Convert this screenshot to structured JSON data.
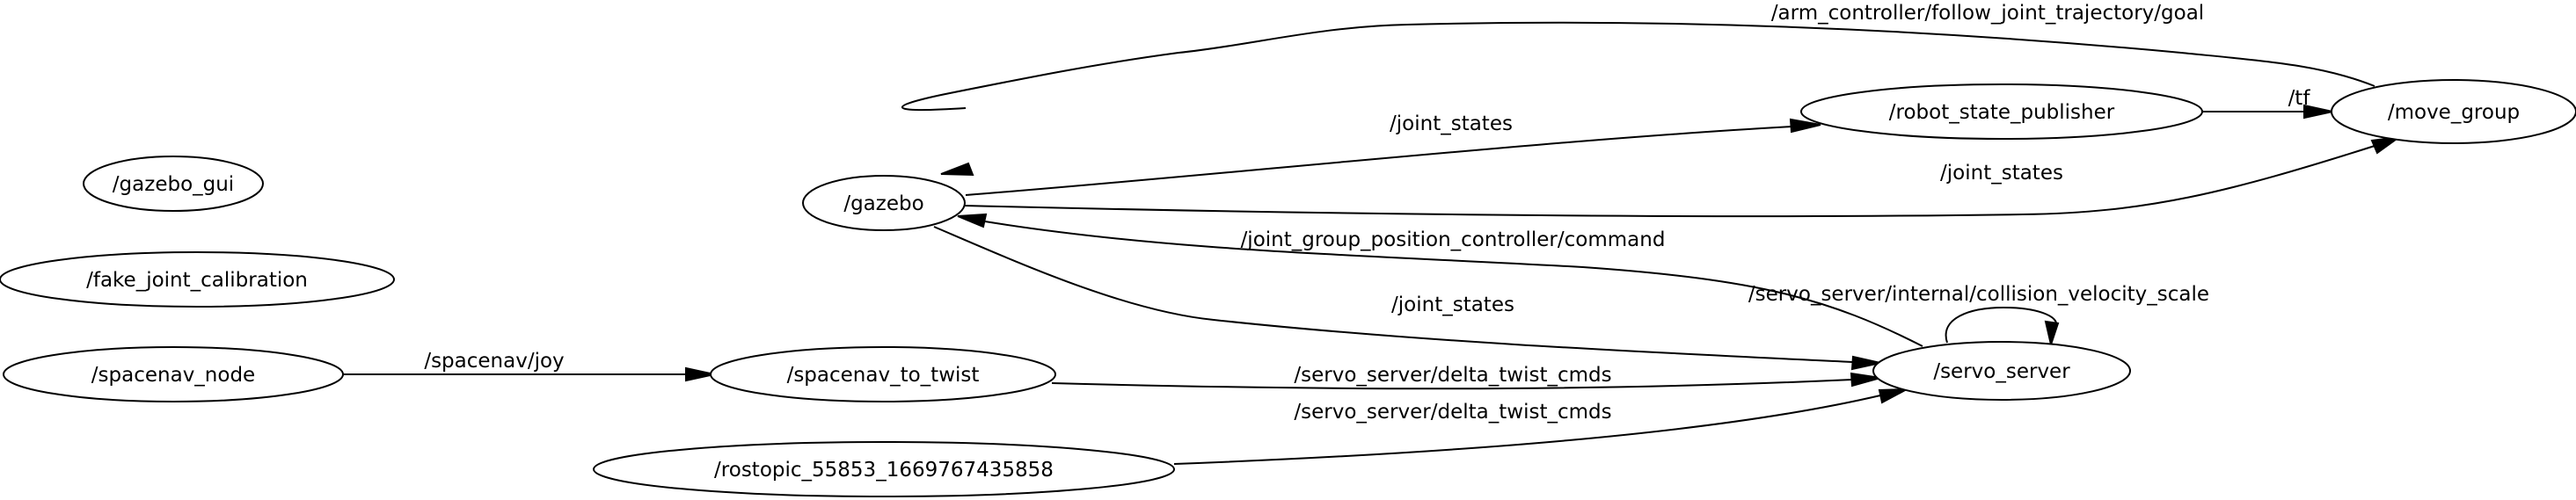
{
  "graph": {
    "colors": {
      "stroke": "#000000",
      "fill": "#ffffff",
      "text": "#000000",
      "background": "#ffffff"
    },
    "nodes": {
      "gazebo_gui": "/gazebo_gui",
      "fake_joint_calibration": "/fake_joint_calibration",
      "spacenav_node": "/spacenav_node",
      "spacenav_to_twist": "/spacenav_to_twist",
      "rostopic": "/rostopic_55853_1669767435858",
      "gazebo": "/gazebo",
      "robot_state_publisher": "/robot_state_publisher",
      "move_group": "/move_group",
      "servo_server": "/servo_server"
    },
    "edges": {
      "arm_goal": "/arm_controller/follow_joint_trajectory/goal",
      "tf": "/tf",
      "joint_states_rsp": "/joint_states",
      "joint_states_mg": "/joint_states",
      "jgpc_command": "/joint_group_position_controller/command",
      "collision_scale": "/servo_server/internal/collision_velocity_scale",
      "joint_states_servo": "/joint_states",
      "spacenav_joy": "/spacenav/joy",
      "delta_twist_1": "/servo_server/delta_twist_cmds",
      "delta_twist_2": "/servo_server/delta_twist_cmds"
    }
  }
}
